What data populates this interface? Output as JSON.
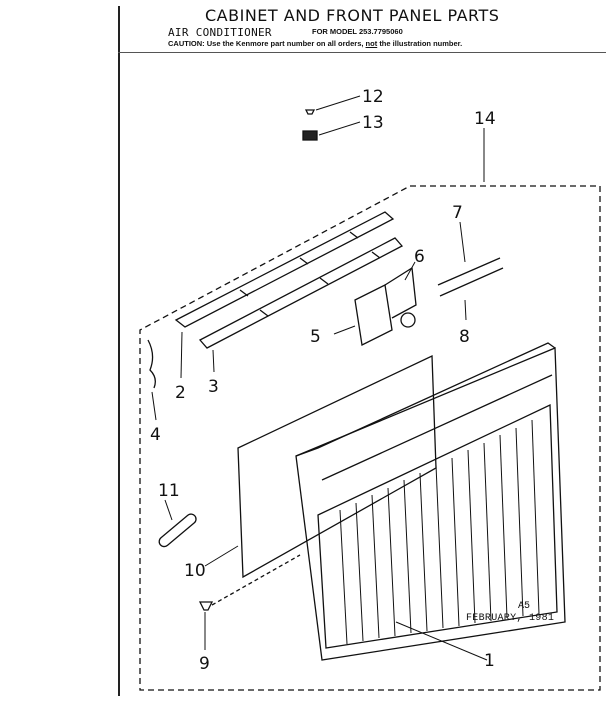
{
  "header": {
    "title": "CABINET AND FRONT PANEL PARTS",
    "subtitle": "AIR CONDITIONER",
    "model_label": "FOR MODEL 253.7795060",
    "caution_prefix": "CAUTION: Use the Kenmore part number on all orders,",
    "caution_not": "not",
    "caution_suffix": "the illustration number."
  },
  "footer": {
    "code": "A5",
    "date": "FEBRUARY, 1981"
  },
  "callouts": [
    "1",
    "2",
    "3",
    "4",
    "5",
    "6",
    "7",
    "8",
    "9",
    "10",
    "11",
    "12",
    "13",
    "14"
  ]
}
